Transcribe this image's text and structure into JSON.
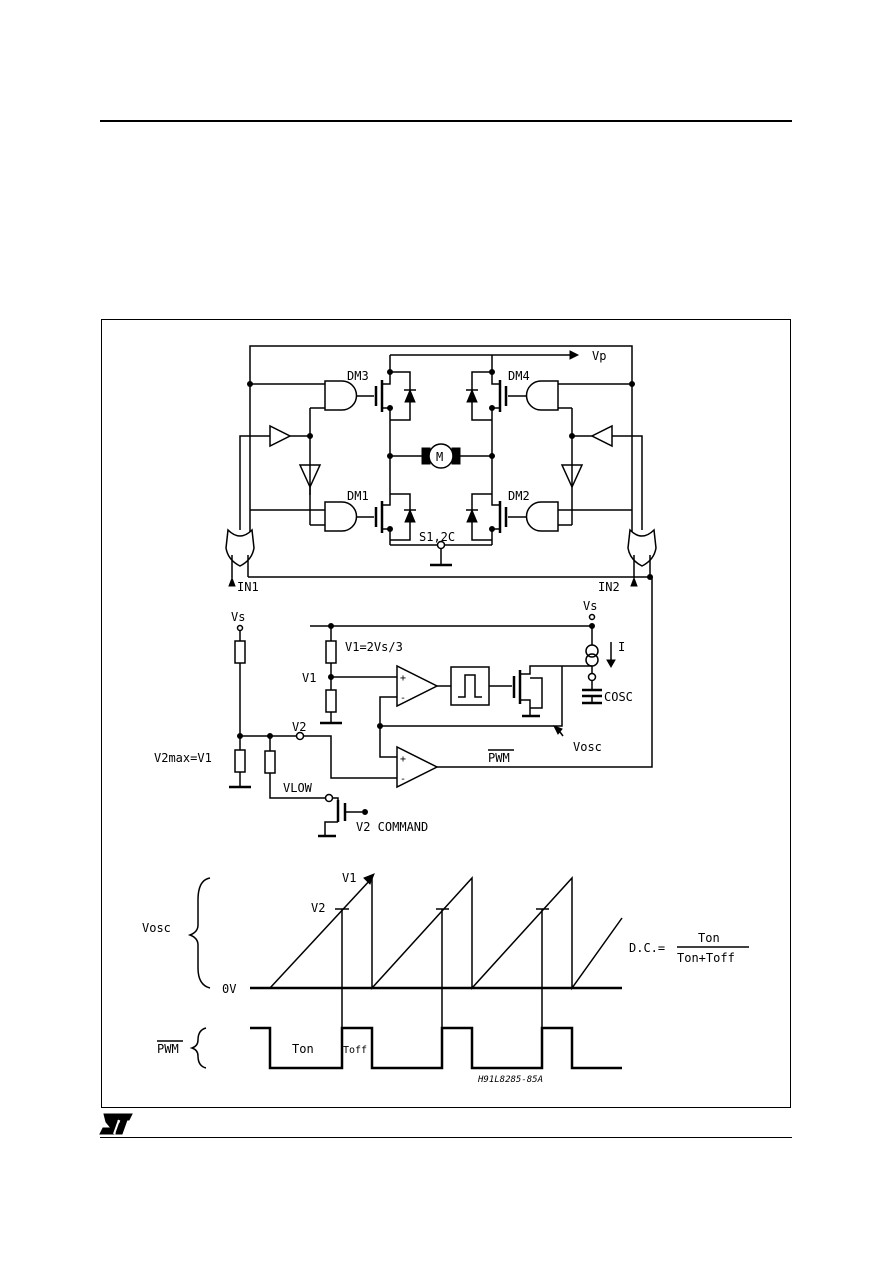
{
  "header": {},
  "figure": {
    "code": "H91L8285-85A",
    "bridge": {
      "vp": "Vp",
      "dm3": "DM3",
      "dm4": "DM4",
      "dm1": "DM1",
      "dm2": "DM2",
      "motor": "M",
      "sense": "S1,2C",
      "in1": "IN1",
      "in2": "IN2"
    },
    "oscillator": {
      "vs_left": "Vs",
      "vs_right": "Vs",
      "v1_formula": "V1=2Vs/3",
      "v1": "V1",
      "v2": "V2",
      "v2max": "V2max=V1",
      "vlow": "VLOW",
      "v2_command": "V2 COMMAND",
      "pwm": "PWM",
      "current": "I",
      "cosc": "COSC",
      "vosc": "Vosc"
    },
    "waveform": {
      "vosc_label": "Vosc",
      "v1_level": "V1",
      "v2_level": "V2",
      "zero_level": "0V",
      "pwm_label": "PWM",
      "ton": "Ton",
      "toff": "Toff",
      "dc_lhs": "D.C.=",
      "dc_num": "Ton",
      "dc_den": "Ton+Toff"
    }
  },
  "logo_text": "ST"
}
